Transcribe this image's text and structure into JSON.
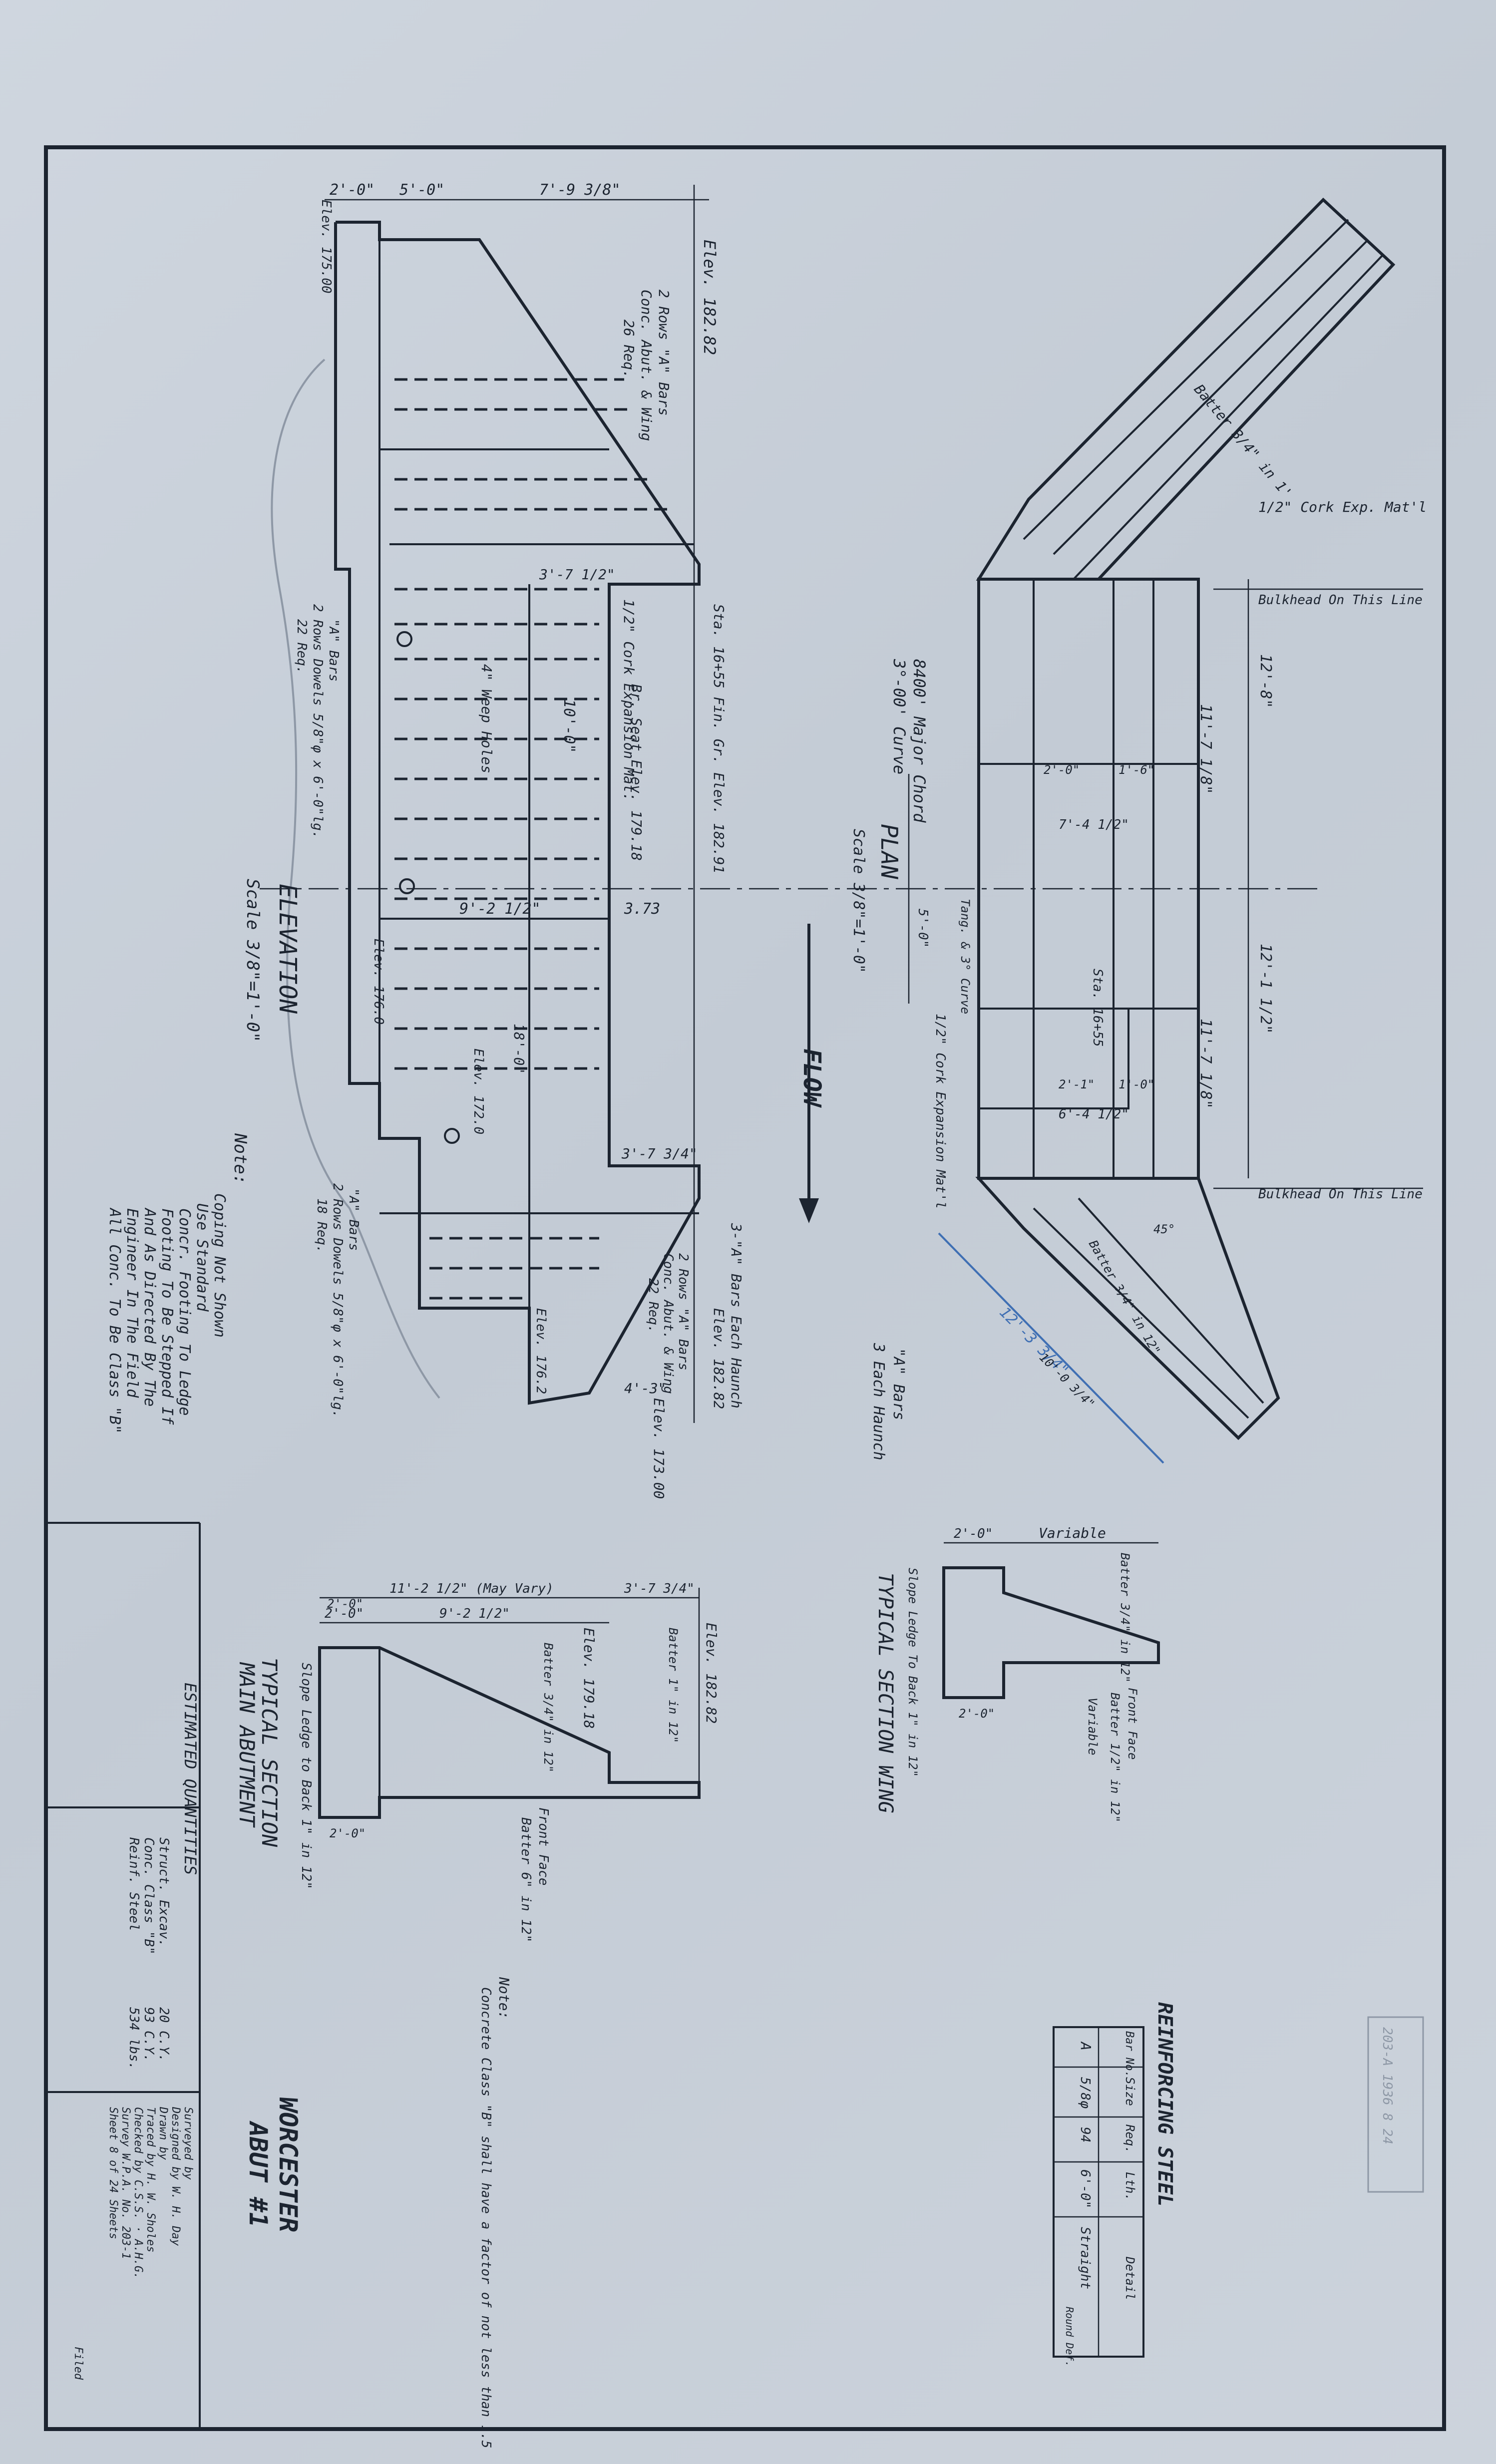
{
  "sheet": {
    "elevation": {
      "title": "ELEVATION",
      "scale": "Scale 3/8\"=1'-0\"",
      "dims": [
        "2'-0\"",
        "5'-0\"",
        "7'-9 3/8\"",
        "Elev. 182.82",
        "Elev. 175.00"
      ],
      "callouts": [
        "2 Rows \"A\" Bars",
        "Conc. Abut. & Wing",
        "26 Req.",
        "\"A\" Bars",
        "2 Rows Dowels 5/8\"φ x 6'-0\"lg.",
        "22 Req.",
        "4\" Weep Holes",
        "3'-7 1/2\"",
        "1/2\" Cork Expansion Mat.",
        "10'-0\"",
        "Br. Seat Elev. 179.18",
        "Sta. 16+55 Fin. Gr. Elev. 182.91",
        "9'-2 1/2\"",
        "3.73",
        "Elev. 176.0",
        "18'-0\"",
        "3'-7 3/4\"",
        "Elev. 172.0",
        "\"A\" Bars",
        "2 Rows Dowels 5/8\"φ x 6'-0\"lg.",
        "18 Req.",
        "3-\"A\" Bars Each Haunch",
        "Elev. 182.82",
        "2 Rows \"A\" Bars",
        "Conc. Abut. & Wing",
        "22 Req.",
        "Elev. 176.2",
        "4'-3\"",
        "Elev. 173.00"
      ]
    },
    "note": {
      "label": "Note:",
      "lines": [
        "Coping Not Shown",
        "Use Standard",
        "Concr. Footing To Ledge",
        "Footing To Be Stepped If",
        "And As Directed By The",
        "Engineer In The Field",
        "All Conc. To Be Class \"B\""
      ]
    },
    "plan": {
      "title": "PLAN",
      "scale": "Scale 3/8\"=1'-0\"",
      "curve": [
        "8400' Major Chord",
        "3°-00' Curve"
      ],
      "labels": [
        "1/2\" Cork Exp. Mat'l",
        "Bulkhead On This Line",
        "Batter 3/4\" in 1'",
        "Sta. 16+55",
        "Bulkhead On This Line",
        "1/2\" Cork Expansion Mat'l",
        "Tang. & 3° Curve",
        "Batter 3/4\" in 12\"",
        "\"A\" Bars",
        "3 Each Haunch"
      ],
      "dims": [
        "12'-8\"",
        "11'-7 1/8\"",
        "12'-1 1/2\"",
        "11'-7 1/8\"",
        "7'-4 1/2\"",
        "6'-4 1/2\"",
        "2'-0\"",
        "1'-6\"",
        "2'-1\"",
        "1'-0\"",
        "45°",
        "5'-0\"",
        "12'-3 3/4\"",
        "10'-0 3/4\""
      ],
      "flow": "FLOW"
    },
    "main_section": {
      "title": "TYPICAL SECTION",
      "subtitle": "MAIN ABUTMENT",
      "dims": [
        "11'-2 1/2\" (May Vary)",
        "3'-7 3/4\"",
        "2'-0\"",
        "9'-2 1/2\"",
        "Elev. 182.82",
        "Elev. 179.18",
        "Batter 3/4\" in 12\"",
        "Batter 1\" in 12\"",
        "2'-0\"",
        "2'-0\"",
        "Front Face",
        "Batter 6\" in 12\"",
        "Slope Ledge to Back 1\" in 12\""
      ],
      "note_label": "Note:",
      "note": "Concrete Class \"B\" shall have a factor of not less than 1.5"
    },
    "wing_section": {
      "title": "TYPICAL SECTION WING",
      "dims": [
        "2'-0\"",
        "Variable",
        "Batter 3/4\" in 12\"",
        "Front Face",
        "Batter 1/2\" in 12\"",
        "Variable",
        "2'-0\"",
        "Slope Ledge To Back 1\" in 12\""
      ]
    },
    "quantities": {
      "title": "ESTIMATED QUANTITIES",
      "rows": [
        {
          "item": "Struct. Excav.",
          "qty": "20 C.Y."
        },
        {
          "item": "Conc. Class \"B\"",
          "qty": "93 C.Y."
        },
        {
          "item": "Reinf. Steel",
          "qty": "534 lbs."
        }
      ]
    },
    "title_block": {
      "line1": "WORCESTER",
      "line2": "ABUT #1",
      "rows": [
        "Surveyed by",
        "Designed by  W. H. Day",
        "Drawn by",
        "Traced by  H. W. Sholes",
        "Checked by  C.S.S. · A.H.G.",
        "Survey W.P.A. No. 203-1",
        "Sheet 8 of 24 Sheets"
      ],
      "filed": "Filed"
    },
    "reinforcing": {
      "title": "REINFORCING STEEL",
      "headers": [
        "Bar No.",
        "Size",
        "Req.",
        "Lth.",
        "Detail"
      ],
      "row": [
        "A",
        "5/8φ",
        "94",
        "6'-0\"",
        "Straight"
      ],
      "detail_note": "Round Def."
    },
    "stamp": "203-A 1936 8 24"
  }
}
